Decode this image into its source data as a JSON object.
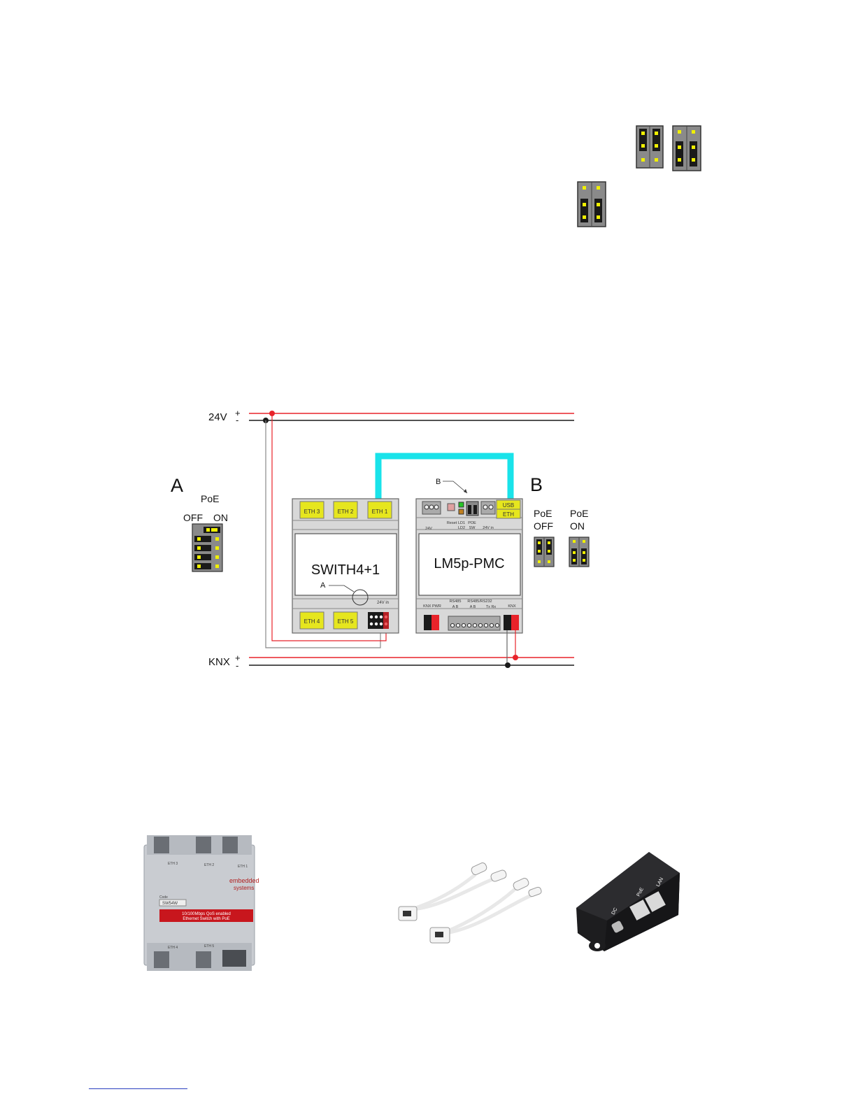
{
  "diagram": {
    "power_24v": {
      "label": "24V",
      "plus": "+",
      "minus": "-"
    },
    "knx_bus": {
      "label": "KNX",
      "plus": "+",
      "minus": "-"
    },
    "section_a": {
      "letter": "A",
      "poe_title": "PoE",
      "off_label": "OFF",
      "on_label": "ON"
    },
    "section_b": {
      "letter": "B",
      "poe_off_line1": "PoE",
      "poe_off_line2": "OFF",
      "poe_on_line1": "PoE",
      "poe_on_line2": "ON"
    },
    "switch_device": {
      "name": "SWITH4+1",
      "ports_top": [
        "ETH 3",
        "ETH 2",
        "ETH 1"
      ],
      "ports_bottom": [
        "ETH 4",
        "ETH 5"
      ],
      "supply_label": "24V in",
      "callout": "A"
    },
    "lm5_device": {
      "name": "LM5p-PMC",
      "usb_label": "USB",
      "eth_label": "ETH",
      "callout": "B",
      "label_24v": "24V",
      "label_reset": "Reset",
      "label_ld1": "LD1",
      "label_ld2": "LD2",
      "label_poe": "POE",
      "label_sw": "SW",
      "label_24vin": "24V in",
      "label_knx_pwr": "KNX PWR",
      "label_rs485": "RS485",
      "label_rs485_rs232": "RS485/RS232",
      "label_knx": "KNX",
      "label_ab1": "A B",
      "label_ab2": "A B",
      "label_txrx": "Tx Rx"
    },
    "colors": {
      "positive_wire": "#e8232a",
      "negative_wire": "#1a1a1a",
      "ethernet_cable": "#19e3ea",
      "port_fill": "#e6e61e",
      "device_body": "#d8d8d8",
      "jumper_fill": "#8a8a8a"
    }
  },
  "photos": {
    "switch_photo": {
      "brand_line1": "embedded",
      "brand_line2": "systems",
      "code_label": "Code",
      "code_value": "SW54W",
      "banner_line1": "10/100Mbps QoS enabled",
      "banner_line2": "Ethernet Switch with PoE",
      "ports": [
        "ETH 3",
        "ETH 2",
        "ETH 1",
        "ETH 4",
        "ETH 5"
      ]
    },
    "injector_photo": {
      "labels": [
        "DC",
        "PoE",
        "LAN"
      ]
    }
  }
}
